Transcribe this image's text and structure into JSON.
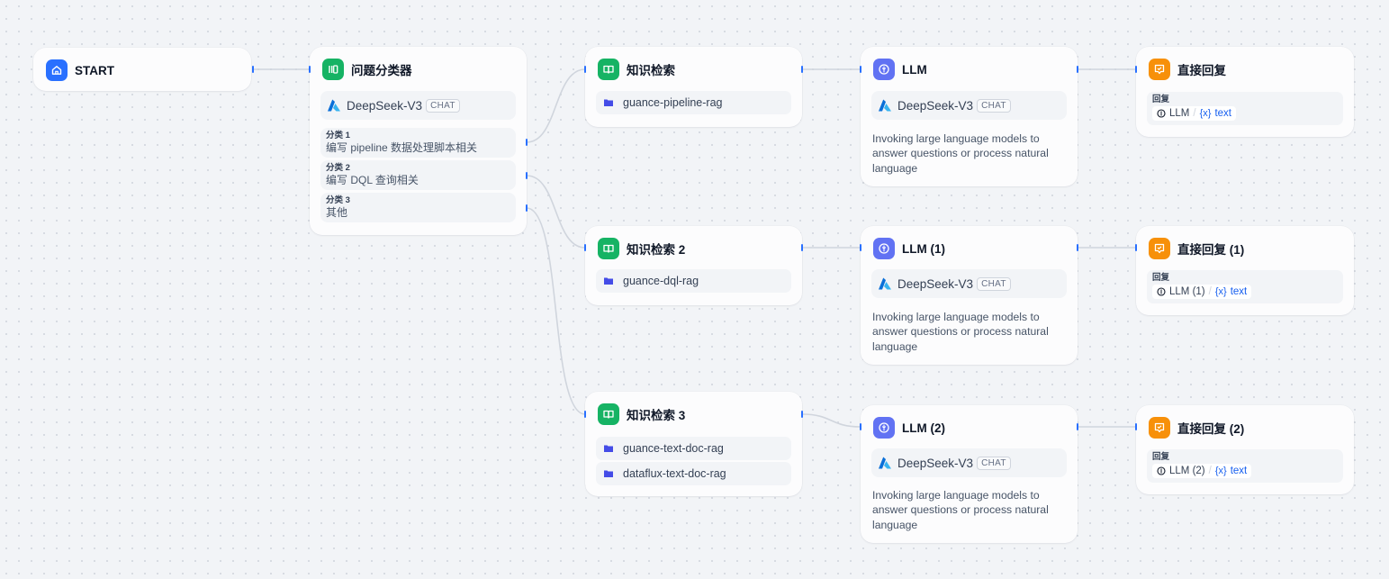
{
  "colors": {
    "start": "#2970ff",
    "classifier": "#16b364",
    "knowledge": "#16b364",
    "llm": "#6172f3",
    "answer": "#f79009",
    "edge": "#d0d5dd",
    "handle": "#2970ff"
  },
  "nodes": {
    "start": {
      "title": "START",
      "icon": "home-icon"
    },
    "classifier": {
      "title": "问题分类器",
      "icon": "classifier-icon",
      "model": "DeepSeek-V3",
      "model_badge": "CHAT",
      "classes": [
        {
          "label": "分类 1",
          "text": "编写 pipeline 数据处理脚本相关"
        },
        {
          "label": "分类 2",
          "text": "编写 DQL 查询相关"
        },
        {
          "label": "分类 3",
          "text": "其他"
        }
      ]
    },
    "kb1": {
      "title": "知识检索",
      "icon": "book-icon",
      "datasets": [
        "guance-pipeline-rag"
      ]
    },
    "kb2": {
      "title": "知识检索 2",
      "icon": "book-icon",
      "datasets": [
        "guance-dql-rag"
      ]
    },
    "kb3": {
      "title": "知识检索 3",
      "icon": "book-icon",
      "datasets": [
        "guance-text-doc-rag",
        "dataflux-text-doc-rag"
      ]
    },
    "llm1": {
      "title": "LLM",
      "icon": "llm-icon",
      "model": "DeepSeek-V3",
      "model_badge": "CHAT",
      "description": "Invoking large language models to answer questions or process natural language"
    },
    "llm2": {
      "title": "LLM (1)",
      "icon": "llm-icon",
      "model": "DeepSeek-V3",
      "model_badge": "CHAT",
      "description": "Invoking large language models to answer questions or process natural language"
    },
    "llm3": {
      "title": "LLM (2)",
      "icon": "llm-icon",
      "model": "DeepSeek-V3",
      "model_badge": "CHAT",
      "description": "Invoking large language models to answer questions or process natural language"
    },
    "ans1": {
      "title": "直接回复",
      "icon": "answer-icon",
      "reply_label": "回复",
      "var_node": "LLM",
      "var_name": "text"
    },
    "ans2": {
      "title": "直接回复 (1)",
      "icon": "answer-icon",
      "reply_label": "回复",
      "var_node": "LLM (1)",
      "var_name": "text"
    },
    "ans3": {
      "title": "直接回复 (2)",
      "icon": "answer-icon",
      "reply_label": "回复",
      "var_node": "LLM (2)",
      "var_name": "text"
    }
  },
  "var_glyph": "{x}",
  "var_separator": "/"
}
